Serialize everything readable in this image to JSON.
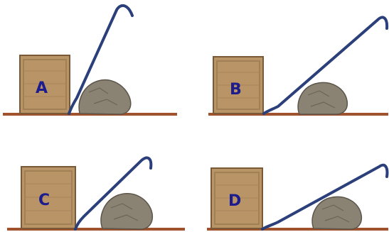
{
  "panels": [
    {
      "label": "A"
    },
    {
      "label": "B"
    },
    {
      "label": "C"
    },
    {
      "label": "D"
    }
  ],
  "colors": {
    "ground": "#a0522d",
    "crate": "#b89466",
    "crate_dark": "#7a5a36",
    "crowbar": "#2b3f7a",
    "rock": "#8a8273",
    "rock_dark": "#5c554a",
    "label": "#1c1c8e"
  }
}
